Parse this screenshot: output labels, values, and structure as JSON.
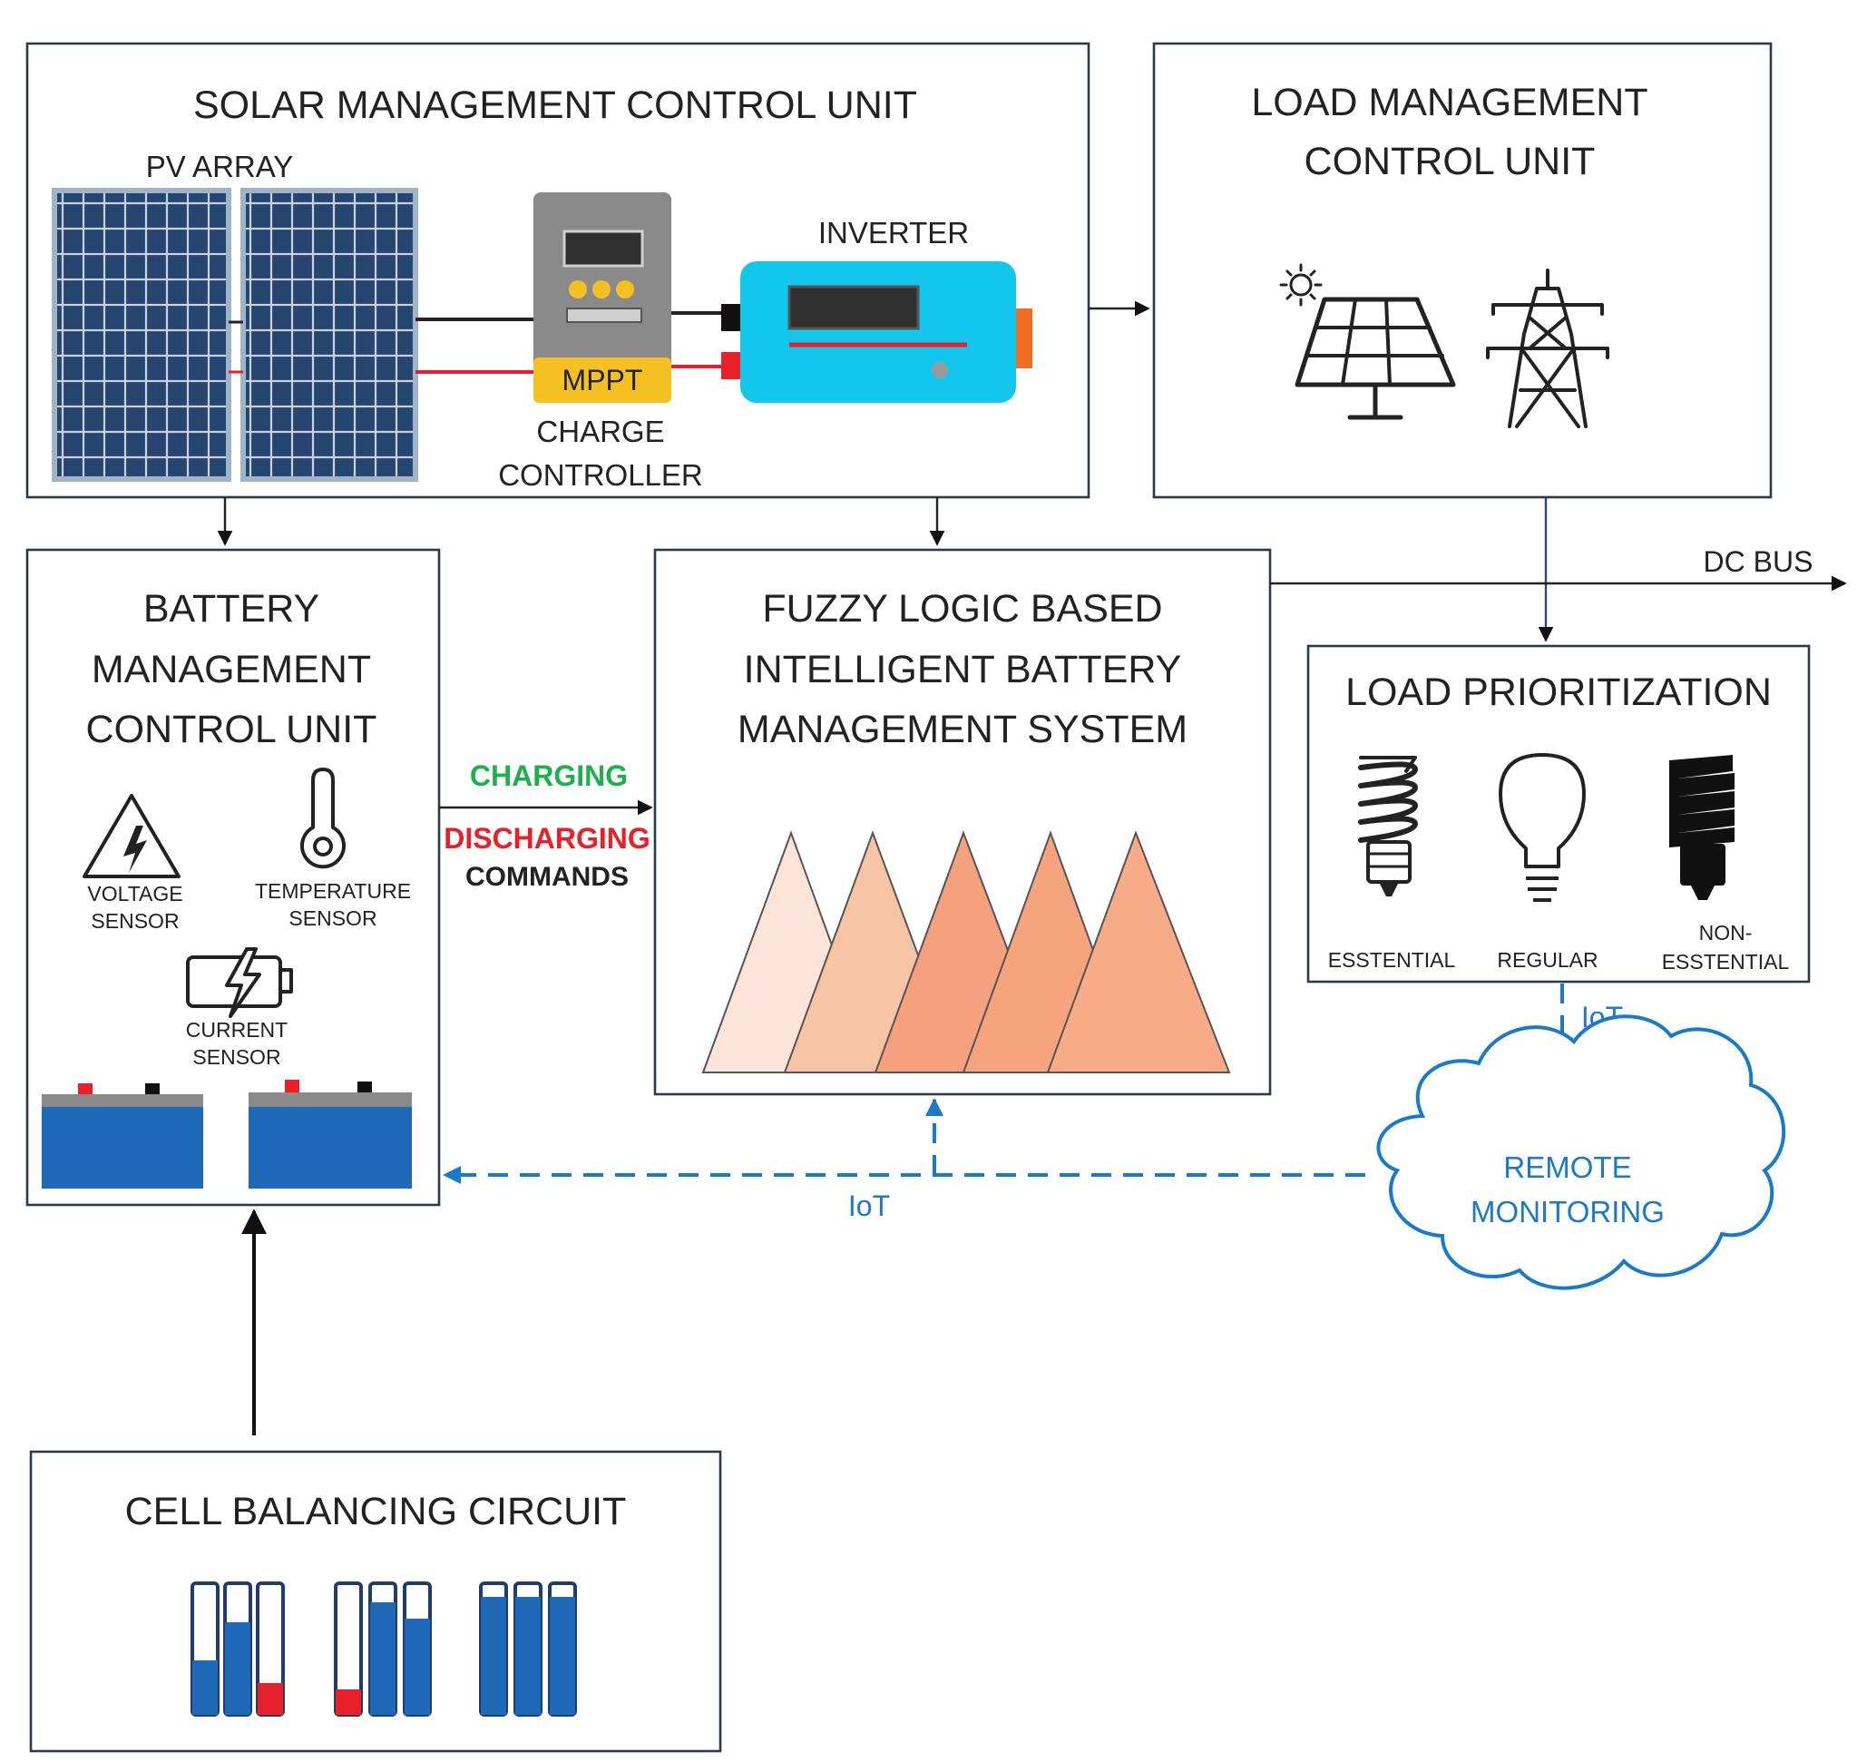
{
  "solar_unit": {
    "title": "SOLAR MANAGEMENT CONTROL UNIT",
    "pv_array_label": "PV ARRAY",
    "mppt_label": "MPPT",
    "charge_controller_line1": "CHARGE",
    "charge_controller_line2": "CONTROLLER",
    "inverter_label": "INVERTER"
  },
  "load_unit": {
    "title_line1": "LOAD MANAGEMENT",
    "title_line2": "CONTROL UNIT",
    "icons": [
      "solar-panel-icon",
      "transmission-tower-icon"
    ]
  },
  "battery_unit": {
    "title_line1": "BATTERY",
    "title_line2": "MANAGEMENT",
    "title_line3": "CONTROL UNIT",
    "voltage_sensor_line1": "VOLTAGE",
    "voltage_sensor_line2": "SENSOR",
    "temperature_sensor_line1": "TEMPERATURE",
    "temperature_sensor_line2": "SENSOR",
    "current_sensor_line1": "CURRENT",
    "current_sensor_line2": "SENSOR"
  },
  "fuzzy_unit": {
    "title_line1": "FUZZY LOGIC BASED",
    "title_line2": "INTELLIGENT BATTERY",
    "title_line3": "MANAGEMENT SYSTEM",
    "membership_colors": [
      "#fde4d8",
      "#f8c4a6",
      "#f5a17d",
      "#f6a47e",
      "#f7ab86"
    ]
  },
  "commands": {
    "charging": "CHARGING",
    "discharging": "DISCHARGING",
    "commands": "COMMANDS",
    "charging_color": "#1db04f",
    "discharging_color": "#e8202a"
  },
  "load_prioritization": {
    "title": "LOAD PRIORITIZATION",
    "essential": "ESSTENTIAL",
    "regular": "REGULAR",
    "non_essential_line1": "NON-",
    "non_essential_line2": "ESSTENTIAL"
  },
  "dc_bus_label": "DC BUS",
  "iot_label_right": "IoT",
  "iot_label_bottom": "IoT",
  "remote_monitoring_line1": "REMOTE",
  "remote_monitoring_line2": "MONITORING",
  "cell_balancing": {
    "title": "CELL BALANCING CIRCUIT"
  },
  "colors": {
    "iot_blue": "#1a7ac9",
    "battery_blue": "#1f69b8",
    "pv_blue": "#26466f",
    "inverter_cyan": "#12c6ec",
    "mppt_yellow": "#f4c022",
    "wire_red": "#e8202a"
  }
}
